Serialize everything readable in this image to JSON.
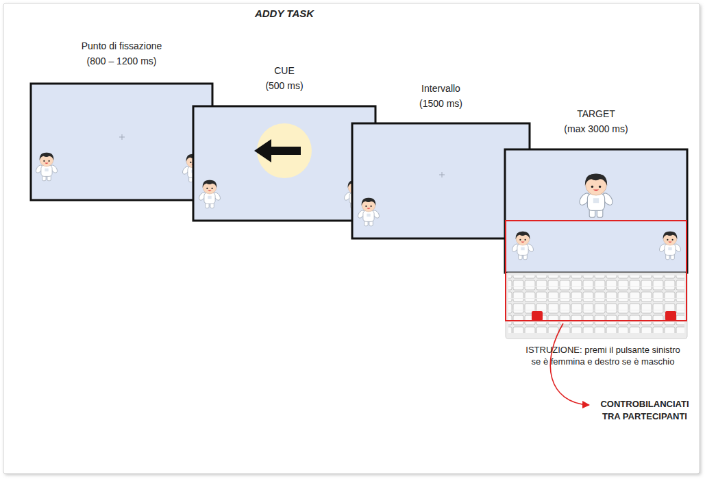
{
  "diagram": {
    "title": "ADDY TASK",
    "nodes": [
      {
        "text": [
          "Punto di fissazione",
          "(800 – 1200 ms)"
        ]
      },
      {
        "text": [
          "CUE",
          "(500 ms)"
        ]
      },
      {
        "text": [
          "Intervallo",
          "(1500 ms)"
        ]
      },
      {
        "text": [
          "TARGET",
          "(max 3000 ms)"
        ]
      }
    ],
    "labels": [
      "ISTRUZIONE: premi il pulsante sinistro se è femmina e destro se è maschio",
      "CONTROBILANCIATI TRA PARTECIPANTI"
    ]
  }
}
